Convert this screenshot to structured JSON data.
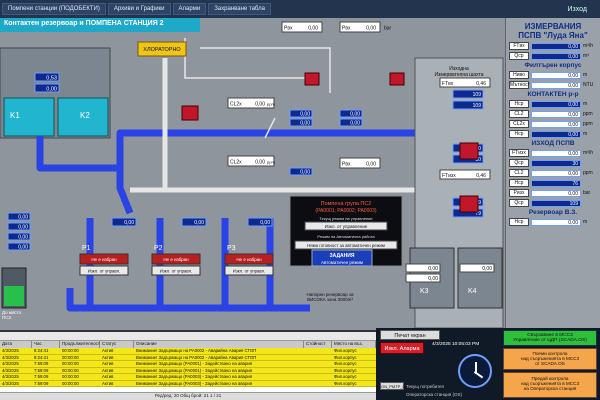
{
  "menu": {
    "items": [
      "Помпени станции (ПОДОБЕКТИ)",
      "Архиви и Графики",
      "Аларми",
      "Захранване табла"
    ],
    "exit_label": "Изход"
  },
  "title": "Контактен резервоар и ПОМПЕНА СТАНЦИЯ 2",
  "right_panel": {
    "title_line1": "ИЗМЕРВАНИЯ",
    "title_line2": "ПСПВ \"Луда Яна\"",
    "section_korpus": "Филтърен корпус",
    "section_kontakten": "КОНТАКТЕН р-р",
    "section_izhod": "ИЗХОД ПСПВ",
    "section_rezervoar": "Резервоар В.З.",
    "rows": [
      {
        "label": "FTвх",
        "value": "0,00",
        "unit": "m³/h"
      },
      {
        "label": "Qср",
        "value": "0,00",
        "unit": "m³"
      },
      {
        "label": "Ниво",
        "value": "0,00",
        "unit": "m"
      },
      {
        "label": "Мътност",
        "value": "0,00",
        "unit": "NTU"
      },
      {
        "label": "Нср",
        "value": "0,00",
        "unit": "m"
      },
      {
        "label": "CL2",
        "value": "0,00",
        "unit": "ppm"
      },
      {
        "label": "CL2x",
        "value": "0,00",
        "unit": "ppm"
      },
      {
        "label": "Нср",
        "value": "0,00",
        "unit": "m"
      },
      {
        "label": "FTизх",
        "value": "0,00",
        "unit": "m³/h"
      },
      {
        "label": "Qср",
        "value": "30",
        "unit": ""
      },
      {
        "label": "CL2",
        "value": "0,00",
        "unit": "ppm"
      },
      {
        "label": "Нср",
        "value": "76",
        "unit": ""
      },
      {
        "label": "Pизх",
        "value": "0,00",
        "unit": "bar"
      },
      {
        "label": "Qср",
        "value": "109",
        "unit": ""
      },
      {
        "label": "Нср",
        "value": "0,00",
        "unit": "m"
      }
    ]
  },
  "process": {
    "chlorine_room_label": "ХЛОРАТОРНО",
    "filter_label": "Изходна\nИзмервателна шахта",
    "pump_group_title": "Помпена група ПС2",
    "pump_group_ids": "(PA0001; PA0002; PA0003)",
    "ctrl_status_label": "Текущ режим на управление",
    "ctrl_status_value": "Изкл. от управление",
    "auto_status_label": "Режим на Автоматична работа",
    "ready_status_value": "Няма готовност за автоматичен режим",
    "tasks_label": "ЗАДАНИЯ",
    "tasks_value": "Автоматичен режим",
    "reservoir_note": "Напорен резервоар за\nВИСОКА зона 3000m³",
    "pump1": "P1",
    "pump2": "P2",
    "pump3": "P3",
    "pump_state": "Не е избран",
    "pump_mode": "Изкл. от управл.",
    "k1": "K1",
    "k2": "K2",
    "k3": "K3",
    "k4": "K4",
    "level_tank_label": "До място\nПС2",
    "values": {
      "p_in": "0,00",
      "p_bar_unit": "bar",
      "cl2_1": "0,00",
      "cl2_2": "0,00",
      "ppm": "ppm",
      "flow_right_top": "0,46",
      "flow_right_mid": "0,46",
      "v30a": "30",
      "v30b": "30",
      "v109a": "109",
      "v109b": "109",
      "v79a": "79",
      "v79b": "79",
      "pvx": "0,00",
      "left_a": "0,53",
      "left_b": "0,00",
      "left_c": "0,00",
      "left_d": "0,00",
      "left_e": "0,00",
      "left_f": "0,00",
      "mid_lv1": "0,00",
      "mid_lv2": "0,00",
      "mid_lv3": "0,00",
      "mid_lv4": "0,00",
      "mid_lv5": "0,00",
      "mid_lv6": "0,00",
      "mid_p1": "0,00",
      "mid_p2": "0,00",
      "mid_p3": "0,00",
      "bottom_mid1": "0,00",
      "bottom_mid2": "0,00",
      "bottom_mid3": "0,00"
    }
  },
  "alarms": {
    "columns": [
      "Дата",
      "Час",
      "Продължителност",
      "Статус",
      "Описание",
      "Стойност",
      "Място на въз."
    ],
    "rows": [
      {
        "date": "4/3/2025",
        "time": "8:24:41",
        "dur": "00:00:00",
        "status": "Актив",
        "desc": "Внимание! Задържащо на PA0002 - Аварийна Авария СТОП",
        "val": "",
        "loc": "Фил.корпус"
      },
      {
        "date": "4/3/2025",
        "time": "8:24:41",
        "dur": "00:00:00",
        "status": "Актив",
        "desc": "Внимание! Задържащо на PA0002 - Аварийна Авария СТОП",
        "val": "",
        "loc": "Фил.корпус"
      },
      {
        "date": "4/3/2025",
        "time": "7:59:09",
        "dur": "00:00:00",
        "status": "Актив",
        "desc": "Внимание! Задържащо (PA0001) - Задействано на авария",
        "val": "",
        "loc": "Фил.корпус"
      },
      {
        "date": "4/3/2025",
        "time": "7:59:09",
        "dur": "00:00:00",
        "status": "Актив",
        "desc": "Внимание! Задържащо (PA0001) - Задействано на авария",
        "val": "",
        "loc": "Фил.корпус"
      },
      {
        "date": "4/3/2025",
        "time": "7:59:09",
        "dur": "00:00:00",
        "status": "Актив",
        "desc": "Внимание! Задържащо (PA0003) - Задействано на авария",
        "val": "",
        "loc": "Фил.корпус"
      },
      {
        "date": "4/3/2025",
        "time": "7:59:09",
        "dur": "00:00:00",
        "status": "Актив",
        "desc": "Внимание! Задържащо (PA0003) - Задействано на авария",
        "val": "",
        "loc": "Фил.корпус"
      }
    ],
    "footer": "Ред/ред: 20   Общ брой: 21   1 / 21"
  },
  "bottom": {
    "print_label": "Печат екран",
    "alarm_btn": "Изкл. Аларма",
    "datetime": "4/3/2025 10:05:03 PM",
    "current_user_label": "Текущ потребител",
    "operator_label": "Операторска станция (OS)",
    "status_btn": "ON_PMTP_01",
    "link_mscz_top": "Свързаване в МСС3\nУправление от ЦДП (SCADA.OS)",
    "link_control": "Поеми контрола\nнад съоръженията в МСС3\nот SCADA.OS",
    "link_return": "Предай контрола\nнад съоръженията в МСС3\nна Операторска станция"
  },
  "colors": {
    "pipe_blue": "#2a43e6",
    "pipe_white": "#e6e6e6",
    "accent_cyan": "#1fa9c9",
    "alarm_yellow": "#f3e61a",
    "valve_red": "#c0182a",
    "panel_gray": "#8e959c"
  }
}
